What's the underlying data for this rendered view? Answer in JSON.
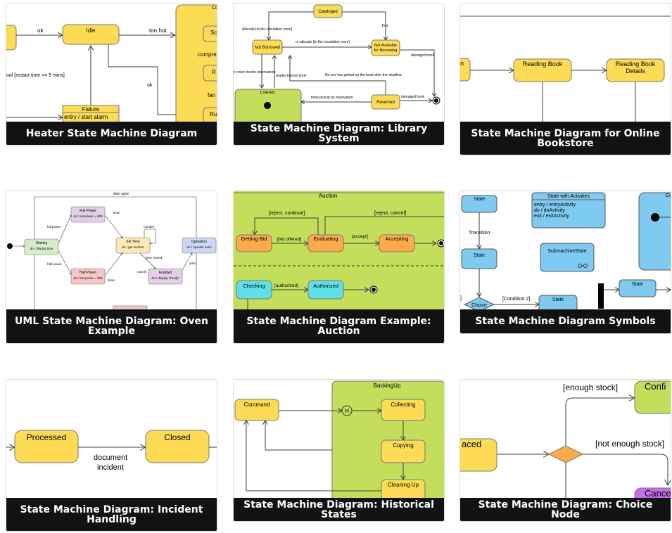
{
  "cards": [
    {
      "title": "Heater State Machine Diagram",
      "labels": {
        "idle": "Idle",
        "ok": "ok",
        "too_hot": "too hot",
        "failure": "Failure",
        "failure_entry": "entry / start alarm",
        "restart": "ool [restart time >= 5 mins]",
        "ok2": "ok",
        "s_trunc": "Sc",
        "compre": "compre",
        "r": "R",
        "fan": "fan",
        "ru": "Ru",
        "co": "Co"
      }
    },
    {
      "title": "State Machine Diagram: Library System",
      "labels": {
        "cataloged": "Cataloged",
        "not_borrowed": "Not Borrowed",
        "not_available": "Not Available for Borrowing",
        "reserved": "Reserved",
        "loaned": "Loaned",
        "allocate": "Allocate [to the circulation room]",
        "reallocate": "re-allocate [to the circulation room]",
        "test": "Test",
        "damaged1": "damaged book",
        "reader_borrow": "reader borrow book",
        "no_one": "No one has picked up the book after the deadline",
        "book_pickup": "book pickup by reservation",
        "damaged2": "damaged book",
        "returns": "s return books reservation)"
      }
    },
    {
      "title": "State Machine Diagram for Online Bookstore",
      "labels": {
        "reading_book": "Reading Book",
        "reading_details_1": "Reading Book",
        "reading_details_2": "Details",
        "left": "n"
      }
    },
    {
      "title": "UML State Machine Diagram: Oven Example",
      "labels": {
        "waiting": "Waiting",
        "waiting_do": "do / display time",
        "full_power": "Full Power",
        "full_power_do": "do / set power = 600",
        "half_power": "Half Power",
        "half_power_do": "do / set power = 300",
        "set_time": "Set Time",
        "set_time_do": "do / get number",
        "enabled": "Enabled",
        "enabled_do": "do / display 'Ready'",
        "operation": "Operation",
        "operation_do": "do / operate oven",
        "timer": "timer",
        "cancel": "cancel",
        "door_open": "door open",
        "door_closed": "door closed",
        "half_power_ev": "half power",
        "full_power_ev": "full power",
        "start": "start",
        "number": "number"
      }
    },
    {
      "title": "State Machine Diagram Example: Auction",
      "labels": {
        "auction": "Auction",
        "getting_bid": "Getting Bid",
        "evaluating": "Evaluating",
        "accepting": "Accepting",
        "checking": "Checking",
        "authorized": "Authorized",
        "reject_continue": "[reject, continue]",
        "reject_cancel": "[reject, cancel]",
        "bid_offered": "[bid offered]",
        "accept": "[accept]",
        "authorized_ev": "[authorized]"
      }
    },
    {
      "title": "State Machine Diagram Symbols",
      "labels": {
        "state1": "State",
        "transition": "Transition",
        "state2": "State",
        "choice": "Choice",
        "condition2": "[Condition 2]",
        "state3": "State",
        "state4": "State",
        "with_activities": "State with Activities",
        "entry": "entry / entryActivity",
        "do": "do / doActivity",
        "exit": "exit / exitActivity",
        "submachine": "SubmachineState",
        "co": "Co",
        "bracket": "]"
      }
    },
    {
      "title": "State Machine Diagram: Incident Handling",
      "labels": {
        "processed": "Processed",
        "closed": "Closed",
        "document": "document",
        "incident": "incident"
      }
    },
    {
      "title": "State Machine Diagram: Historical States",
      "labels": {
        "backing_up": "BackingUp",
        "command": "Command",
        "collecting": "Collecting",
        "copying": "Copying",
        "cleaning_up": "Cleaning Up",
        "history": "H"
      }
    },
    {
      "title": "State Machine Diagram: Choice Node",
      "labels": {
        "enough_stock": "[enough stock]",
        "not_enough_stock": "[not enough stock]",
        "confirmed": "Confi",
        "placed": "aced",
        "cancel": "Cance"
      }
    }
  ],
  "colors": {
    "caption_bg": "#111214",
    "state_yellow": "#fddb55",
    "state_green": "#c4de5c",
    "state_blue": "#7fcaf1",
    "state_orange": "#fbab4a",
    "state_cyan": "#5ee0e6",
    "line": "#3d3d3d"
  }
}
